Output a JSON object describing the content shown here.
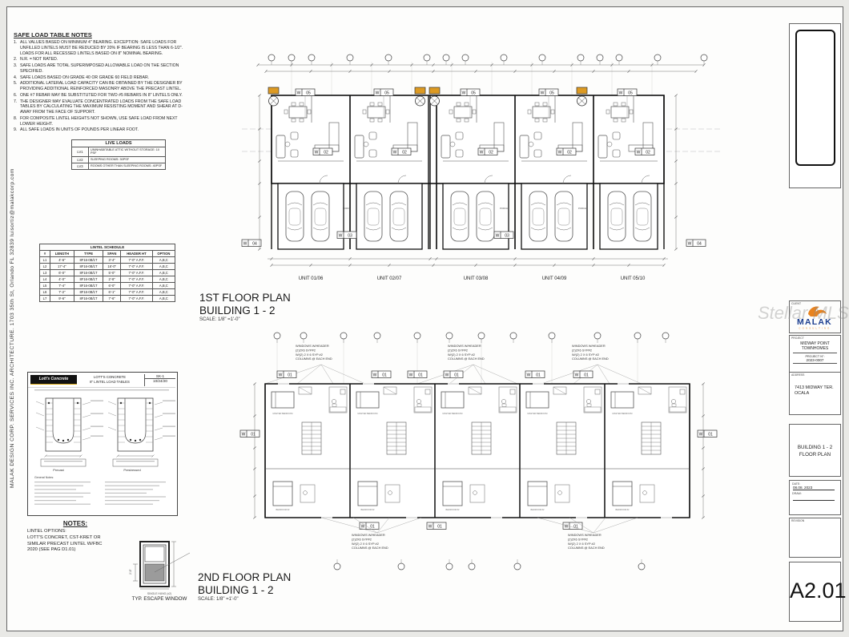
{
  "sheet": {
    "left_strip_text": "MALAK DESIGN CORP.  SERVICES INC.  ARCHITECTURE.  1703 35th St, Orlando FL 32839   luisortiz@malakcorp.com",
    "watermark": "Stellar MLS"
  },
  "safe_load_notes": {
    "title": "SAFE LOAD TABLE NOTES",
    "items": [
      "ALL VALUES BASED ON MINIMUM 4\" BEARING. EXCEPTION: SAFE LOADS FOR UNFILLED LINTELS MUST BE REDUCED BY 20% IF BEARING IS LESS THAN 6-1/2\". LOADS FOR ALL RECESSED LINTELS BASED ON 8\" NOMINAL BEARING.",
      "N.R. = NOT RATED.",
      "SAFE LOADS ARE TOTAL SUPERIMPOSED ALLOWABLE LOAD ON THE SECTION SPECIFIED.",
      "SAFE LOADS BASED ON GRADE 40 OR GRADE 60 FIELD REBAR.",
      "ADDITIONAL LATERAL LOAD CAPACITY CAN BE OBTAINED BY THE DESIGNER BY PROVIDING ADDITIONAL REINFORCED MASONRY ABOVE THE PRECAST LINTEL.",
      "ONE #7 REBAR MAY BE SUBSTITUTED FOR TWO #5 REBARS IN 8\" LINTELS ONLY.",
      "THE DESIGNER MAY EVALUATE CONCENTRATED LOADS FROM THE SAFE LOAD TABLES BY CALCULATING THE MAXIMUM RESISTING MOMENT AND SHEAR AT D-AWAY FROM THE FACE OF SUPPORT.",
      "FOR COMPOSITE LINTEL HEIGHTS NOT SHOWN, USE SAFE LOAD FROM NEXT LOWER HEIGHT.",
      "ALL SAFE LOADS IN UNITS OF POUNDS PER LINEAR FOOT."
    ]
  },
  "live_loads": {
    "title": "LIVE LOADS",
    "rows": [
      {
        "tag": "LV1",
        "desc": "UNINHABITABLE ATTIC WITHOUT STORAGE: 10 PSF"
      },
      {
        "tag": "LV2",
        "desc": "SLEEPING ROOMS: 30PSF"
      },
      {
        "tag": "LV3",
        "desc": "ROOMS OTHER THAN SLEEPING ROOMS: 40PSF"
      }
    ]
  },
  "lintel_schedule": {
    "title": "LINTEL SCHEDULE",
    "headers": [
      "#",
      "LENGTH",
      "TYPE",
      "SPAN",
      "HEADER HT",
      "OPTION"
    ],
    "rows": [
      [
        "L1",
        "4'-6\"",
        "8F16-0B/1T",
        "3'-4\"",
        "7'-0\" A.F.F.",
        "A,B,C"
      ],
      [
        "L2",
        "17'-4\"",
        "8F16-0B/1T",
        "16'-0\"",
        "7'-0\" A.F.F.",
        "A,B,C"
      ],
      [
        "L3",
        "6'-0\"",
        "8F16-0B/1T",
        "5'-0\"",
        "7'-0\" A.F.F.",
        "A,B,C"
      ],
      [
        "L4",
        "4'-0\"",
        "8F16-0B/1T",
        "2'-8\"",
        "7'-0\" A.F.F.",
        "A,B,C"
      ],
      [
        "L5",
        "7'-4\"",
        "8F16-0B/1T",
        "6'-0\"",
        "7'-0\" A.F.F.",
        "A,B,C"
      ],
      [
        "L6",
        "7'-2\"",
        "8F16-0B/1T",
        "6'-1\"",
        "7'-0\" A.F.F.",
        "A,B,C"
      ],
      [
        "L7",
        "9'-6\"",
        "8F16-0B/1T",
        "7'-6\"",
        "7'-0\" A.F.F.",
        "A,B,C"
      ]
    ]
  },
  "plan1": {
    "title": "1ST  FLOOR PLAN",
    "subtitle": "BUILDING 1 - 2",
    "scale": "SCALE: 1/8\" =1'-0\"",
    "units": [
      "UNIT 01/06",
      "UNIT 02/07",
      "UNIT 03/08",
      "UNIT 04/09",
      "UNIT 05/10"
    ],
    "tags": {
      "top": "W 05",
      "mid": "W 02",
      "bottom": "W 03",
      "side": "W 04"
    },
    "porch": "PORCH"
  },
  "plan2": {
    "title": "2ND  FLOOR PLAN",
    "subtitle": "BUILDING 1 - 2",
    "scale": "SCALE:  1/8\" =1'-0\"",
    "tag": "W 01",
    "header_note": [
      "WINDOWS W/HEADER",
      "(2)2X6 SYP#2",
      "W/(2) 2 X 6 SYP #2",
      "COLUMNS @ EACH END"
    ],
    "rooms": {
      "master": "MASTER BEDROOM",
      "bedroom2": "BEDROOM #2"
    }
  },
  "sk_detail": {
    "logo_text": "Lott's Concrete",
    "title_line1": "LOTT'S CONCRETE",
    "title_line2": "8\" LINTEL LOAD TABLES",
    "sheet_no": "SK-1",
    "date": "10/24/20",
    "caption_left": "Precast",
    "caption_right": "Prestressed",
    "general_notes": "General Notes:"
  },
  "notes_block": {
    "title": "NOTES:",
    "lines": [
      "LINTEL OPTIONS:",
      "LOTT'S CONCRET, CST-KRET OR",
      "SIMILAR PRECAST LINTEL W/FBC",
      "2020 (SEE PAG D1.01)"
    ]
  },
  "escape_window": {
    "dim": "2'-8\"",
    "caption1": "SINGLE HUNG (x2)",
    "caption2": "TYP. ESCAPE WINDOW"
  },
  "titleblock": {
    "client_label": "CLIENT",
    "brand": "MALAK",
    "brand_tagline": "CONSULTING",
    "project_label": "PROJECT",
    "project_name_1": "MIDWAY POINT",
    "project_name_2": "TOWNHOMES",
    "project_no_label": "PROJECT N°:",
    "project_no": "2023-0007",
    "address_label": "ADDRESS",
    "address_1": "7413 MIDWAY TER.",
    "address_2": "OCALA",
    "sheet_title_1": "BUILDING 1 - 2",
    "sheet_title_2": "FLOOR PLAN",
    "date_label": "DATE:",
    "date": "08.08. 2023",
    "draw_label": "DRAW:",
    "revision_label": "REVISION",
    "sheet_number": "A2.01"
  },
  "colors": {
    "highlight": "#dd9a22",
    "brand_blue": "#1c3e90",
    "brand_orange": "#e8831f",
    "line": "#3c3c3c"
  }
}
